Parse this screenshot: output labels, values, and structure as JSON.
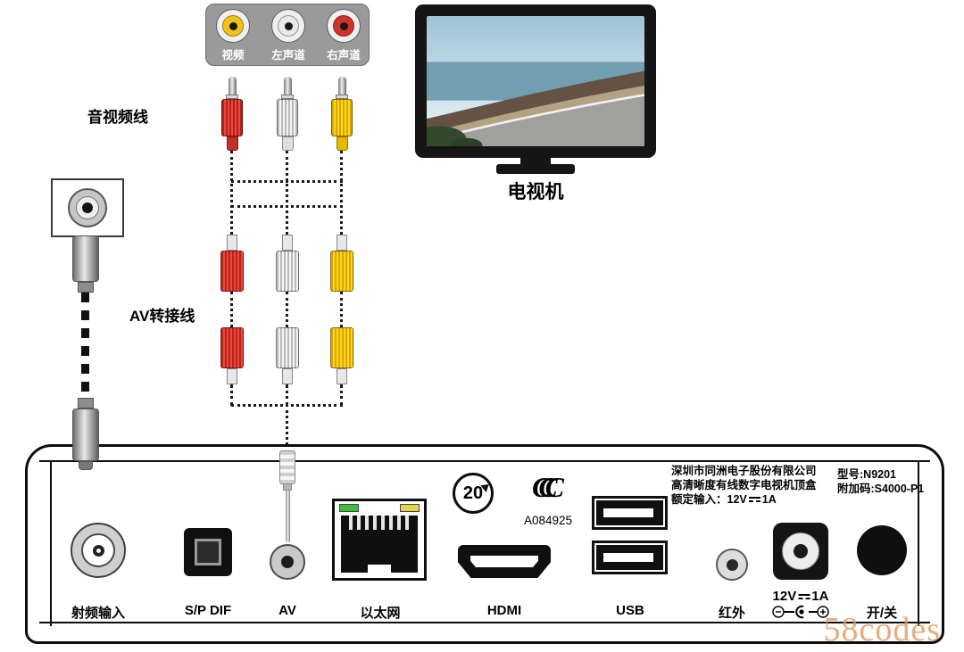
{
  "colors": {
    "video_yellow": "#f2c21c",
    "audio_white": "#e9e9e9",
    "audio_red": "#d0342c",
    "led_green": "#3cc13c",
    "led_yellow": "#e6d44a",
    "watermark_tan": "#de985e"
  },
  "tv": {
    "label": "电视机"
  },
  "jack_panel": {
    "jacks": [
      {
        "name": "video",
        "label": "视频"
      },
      {
        "name": "audio-left",
        "label": "左声道"
      },
      {
        "name": "audio-right",
        "label": "右声道"
      }
    ]
  },
  "cable_labels": {
    "av_cable": "音视频线",
    "av_adapter": "AV转接线"
  },
  "stb": {
    "manufacturer": "深圳市同洲电子股份有限公司",
    "product": "高清晰度有线数字电视机顶盒",
    "rated_input_prefix": "额定输入：12V",
    "rated_input_suffix": "1A",
    "model": "型号:N9201",
    "addon_code": "附加码:S4000-P1",
    "rohs_years": "20",
    "ccc_text": "CCC",
    "cert_number": "A084925",
    "ports": {
      "rf": "射频输入",
      "spdif": "S/P DIF",
      "av": "AV",
      "ethernet": "以太网",
      "hdmi": "HDMI",
      "usb": "USB",
      "ir": "红外",
      "power_v": "12V",
      "power_a": "1A",
      "switch": "开/关"
    }
  },
  "watermark": "58codes"
}
